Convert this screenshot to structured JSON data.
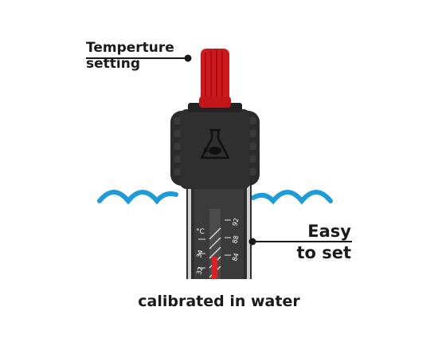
{
  "labels": {
    "temperature_setting": [
      "Temperture",
      "setting"
    ],
    "easy_to_set": [
      "Easy",
      "to set"
    ],
    "caption": "calibrated in water"
  },
  "scale": {
    "unit": "°C",
    "celsius_ticks": [
      "34",
      "32"
    ],
    "fahrenheit_ticks": [
      "92",
      "88",
      "84"
    ]
  },
  "icons": {
    "cap": "knob-cap-icon",
    "logo": "flask-fish-icon",
    "water": "water-wave-icon"
  },
  "colors": {
    "knob": "#d0181c",
    "body": "#2b2b2b",
    "tube": "#3a3a3a",
    "water": "#1e9bd9",
    "mercury": "#e0201f",
    "text": "#1a1a1a"
  }
}
